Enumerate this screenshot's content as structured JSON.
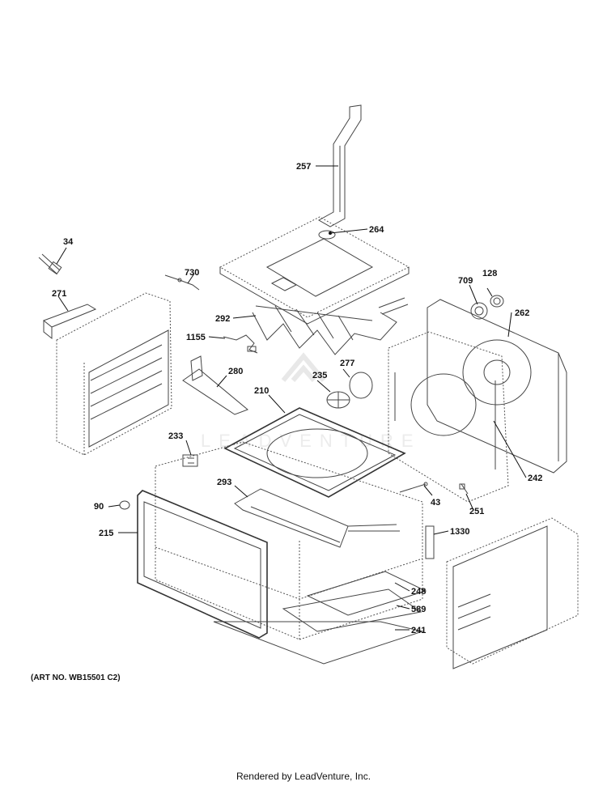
{
  "callouts": {
    "c257": "257",
    "c264": "264",
    "c34": "34",
    "c730": "730",
    "c271": "271",
    "c292": "292",
    "c1155": "1155",
    "c709": "709",
    "c128": "128",
    "c262": "262",
    "c277": "277",
    "c235": "235",
    "c280": "280",
    "c210": "210",
    "c233": "233",
    "c242": "242",
    "c293": "293",
    "c43": "43",
    "c251": "251",
    "c90": "90",
    "c215": "215",
    "c1330": "1330",
    "c248": "248",
    "c589": "589",
    "c241": "241"
  },
  "art_number": "(ART NO. WB15501 C2)",
  "watermark": "LEADVENTURE",
  "footer": "Rendered by LeadVenture, Inc.",
  "colors": {
    "line": "#444444",
    "text": "#111111",
    "watermark": "#e8e8e8"
  }
}
